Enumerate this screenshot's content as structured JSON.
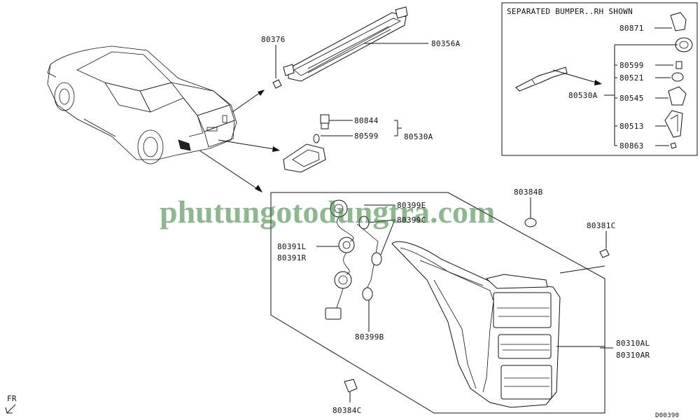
{
  "inset": {
    "title": "SEPARATED BUMPER..RH SHOWN"
  },
  "labels": {
    "p80376": "80376",
    "p80356A": "80356A",
    "p80844": "80844",
    "p80599": "80599",
    "p80530A": "80530A",
    "inset_80871": "80871",
    "inset_80599": "80599",
    "inset_80521": "80521",
    "inset_80530A": "80530A",
    "inset_80545": "80545",
    "inset_80513": "80513",
    "inset_80863": "80863",
    "p80384B": "80384B",
    "p80381C": "80381C",
    "p80399E": "80399E",
    "p80399C": "80399C",
    "p80391L": "80391L",
    "p80391R": "80391R",
    "p80399B": "80399B",
    "p80310AL": "80310AL",
    "p80310AR": "80310AR",
    "p80384C": "80384C",
    "front": "FR",
    "code": "D00390"
  },
  "watermark": "phutungotodungtra.com"
}
